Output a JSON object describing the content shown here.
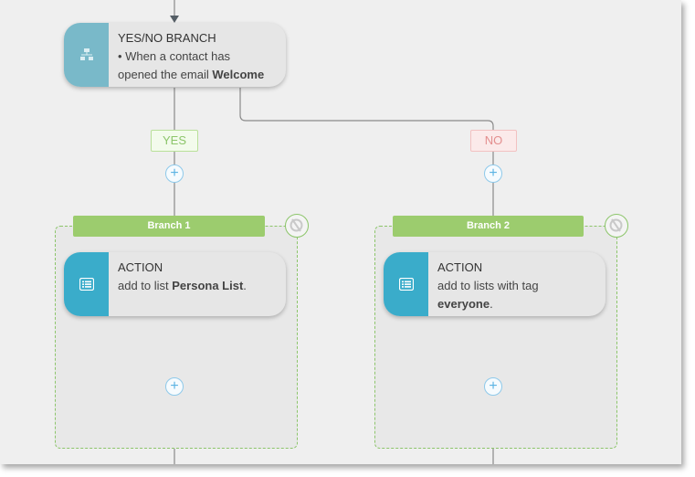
{
  "branch_node": {
    "title": "YES/NO BRANCH",
    "line1": "• When a contact has",
    "line2_prefix": "opened the email ",
    "line2_bold": "Welcome",
    "icon": "branch-icon",
    "color": "#79b9c9"
  },
  "labels": {
    "yes": "YES",
    "no": "NO"
  },
  "branches": [
    {
      "tab": "Branch 1",
      "action_title": "ACTION",
      "action_text": "add to list ",
      "action_bold": "Persona List",
      "action_suffix": ".",
      "icon": "list-icon"
    },
    {
      "tab": "Branch 2",
      "action_title": "ACTION",
      "action_text": "add to lists with tag",
      "action_bold": "everyone",
      "action_suffix": ".",
      "icon": "list-icon"
    }
  ],
  "colors": {
    "action_icon": "#3aacca",
    "branch_green": "#9ccc6e",
    "yes": "#8cc56a",
    "no": "#e38f8f",
    "plus": "#5bb3e3"
  }
}
